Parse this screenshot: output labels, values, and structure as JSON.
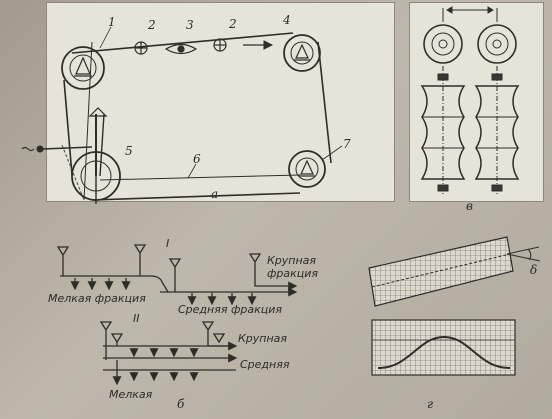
{
  "panel_a": {
    "caption": "а",
    "labels": [
      "1",
      "2",
      "3",
      "2",
      "4",
      "5",
      "6",
      "7"
    ]
  },
  "panel_v": {
    "caption": "в"
  },
  "panel_b": {
    "caption": "б",
    "roman_1": "I",
    "roman_2": "II",
    "top_fine": "Мелкая фракция",
    "top_mid": "Средняя фракция",
    "top_coarse_1": "Крупная",
    "top_coarse_2": "фракция",
    "bot_coarse": "Крупная",
    "bot_mid": "Средняя",
    "bot_fine": "Мелкая"
  },
  "panel_g": {
    "caption": "г",
    "angle": "δ"
  }
}
